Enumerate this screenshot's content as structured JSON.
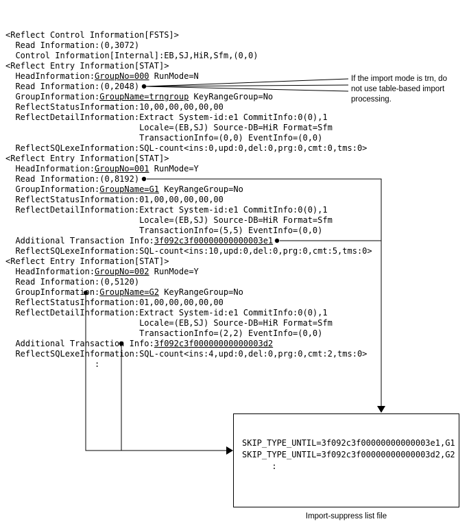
{
  "log": {
    "lines": [
      {
        "segments": [
          {
            "t": "<Reflect Control Information[FSTS]>"
          }
        ]
      },
      {
        "segments": [
          {
            "t": "  Read Information:(0,3072)"
          }
        ]
      },
      {
        "segments": [
          {
            "t": "  Control Information[Internal]:EB,SJ,HiR,Sfm,(0,0)"
          }
        ]
      },
      {
        "segments": [
          {
            "t": "<Reflect Entry Information[STAT]>"
          }
        ]
      },
      {
        "segments": [
          {
            "t": "  HeadInformation:"
          },
          {
            "t": "GroupNo=000",
            "u": true
          },
          {
            "t": " RunMode=N"
          }
        ]
      },
      {
        "segments": [
          {
            "t": "  Read Information:(0,2048)"
          }
        ]
      },
      {
        "segments": [
          {
            "t": "  GroupInformation:"
          },
          {
            "t": "GroupName=trngroup",
            "u": true
          },
          {
            "t": " KeyRangeGroup=No"
          }
        ]
      },
      {
        "segments": [
          {
            "t": "  ReflectStatusInformation:10,00,00,00,00,00"
          }
        ]
      },
      {
        "segments": [
          {
            "t": "  ReflectDetailInformation:Extract System-id:e1 CommitInfo:0(0),1"
          }
        ]
      },
      {
        "segments": [
          {
            "t": "                           Locale=(EB,SJ) Source-DB=HiR Format=Sfm"
          }
        ]
      },
      {
        "segments": [
          {
            "t": "                           TransactionInfo=(0,0) EventInfo=(0,0)"
          }
        ]
      },
      {
        "segments": [
          {
            "t": "  ReflectSQLexeInformation:SQL-count<ins:0,upd:0,del:0,prg:0,cmt:0,tms:0>"
          }
        ]
      },
      {
        "segments": [
          {
            "t": "<Reflect Entry Information[STAT]>"
          }
        ]
      },
      {
        "segments": [
          {
            "t": "  HeadInformation:"
          },
          {
            "t": "GroupNo=001",
            "u": true
          },
          {
            "t": " RunMode=Y"
          }
        ]
      },
      {
        "segments": [
          {
            "t": "  Read Information:(0,8192)"
          }
        ]
      },
      {
        "segments": [
          {
            "t": "  GroupInformation:"
          },
          {
            "t": "GroupName=G1",
            "u": true
          },
          {
            "t": " KeyRangeGroup=No"
          }
        ]
      },
      {
        "segments": [
          {
            "t": "  ReflectStatusInformation:01,00,00,00,00,00"
          }
        ]
      },
      {
        "segments": [
          {
            "t": "  ReflectDetailInformation:Extract System-id:e1 CommitInfo:0(0),1"
          }
        ]
      },
      {
        "segments": [
          {
            "t": "                           Locale=(EB,SJ) Source-DB=HiR Format=Sfm"
          }
        ]
      },
      {
        "segments": [
          {
            "t": "                           TransactionInfo=(5,5) EventInfo=(0,0)"
          }
        ]
      },
      {
        "segments": [
          {
            "t": "  Additional Transaction Info:"
          },
          {
            "t": "3f092c3f00000000000003e1",
            "u": true
          }
        ]
      },
      {
        "segments": [
          {
            "t": "  ReflectSQLexeInformation:SQL-count<ins:10,upd:0,del:0,prg:0,cmt:5,tms:0>"
          }
        ]
      },
      {
        "segments": [
          {
            "t": "<Reflect Entry Information[STAT]>"
          }
        ]
      },
      {
        "segments": [
          {
            "t": "  HeadInformation:"
          },
          {
            "t": "GroupNo=002",
            "u": true
          },
          {
            "t": " RunMode=Y"
          }
        ]
      },
      {
        "segments": [
          {
            "t": "  Read Information:(0,5120)"
          }
        ]
      },
      {
        "segments": [
          {
            "t": "  GroupInformation:"
          },
          {
            "t": "GroupName=G2",
            "u": true
          },
          {
            "t": " KeyRangeGroup=No"
          }
        ]
      },
      {
        "segments": [
          {
            "t": "  ReflectStatusInformation:01,00,00,00,00,00"
          }
        ]
      },
      {
        "segments": [
          {
            "t": "  ReflectDetailInformation:Extract System-id:e1 CommitInfo:0(0),1"
          }
        ]
      },
      {
        "segments": [
          {
            "t": "                           Locale=(EB,SJ) Source-DB=HiR Format=Sfm"
          }
        ]
      },
      {
        "segments": [
          {
            "t": "                           TransactionInfo=(2,2) EventInfo=(0,0)"
          }
        ]
      },
      {
        "segments": [
          {
            "t": "  Additional Transaction Info:"
          },
          {
            "t": "3f092c3f00000000000003d2",
            "u": true
          }
        ]
      },
      {
        "segments": [
          {
            "t": "  ReflectSQLexeInformation:SQL-count<ins:4,upd:0,del:0,prg:0,cmt:2,tms:0>"
          }
        ]
      },
      {
        "segments": [
          {
            "t": "                  :"
          }
        ]
      }
    ]
  },
  "annotation": {
    "lines": [
      "If the import mode is trn, do",
      "not use table-based import",
      "processing."
    ]
  },
  "suppress_box": {
    "lines": [
      "SKIP_TYPE_UNTIL=3f092c3f00000000000003e1,G1",
      "SKIP_TYPE_UNTIL=3f092c3f00000000000003d2,G2",
      "      :"
    ],
    "caption": "Import-suppress list file"
  },
  "colors": {
    "ink": "#000000",
    "background": "#ffffff"
  }
}
